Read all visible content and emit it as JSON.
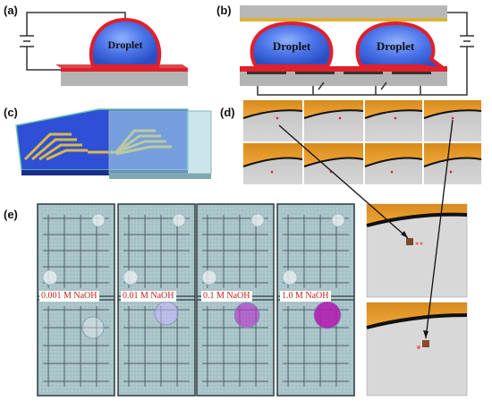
{
  "panels": {
    "a": {
      "label": "(a)",
      "droplet": "Droplet"
    },
    "b": {
      "label": "(b)",
      "droplets": [
        "Droplet",
        "Droplet"
      ]
    },
    "c": {
      "label": "(c)"
    },
    "d": {
      "label": "(d)"
    },
    "e": {
      "label": "(e)",
      "concentrations": [
        "0.001 M NaOH",
        "0.01 M NaOH",
        "0.1 M NaOH",
        "1.0 M NaOH"
      ]
    }
  },
  "colors": {
    "droplet_fill": "#4a73e8",
    "droplet_edge": "#e21f2a",
    "substrate": "#b3b3b3",
    "top_plate_gold": "#d9b23a",
    "chip_blue": "#2f4fd6",
    "electrode_gold": "#d8b84a",
    "naoh_text": "#c0262a",
    "phenolphthalein": "#b238c9"
  }
}
